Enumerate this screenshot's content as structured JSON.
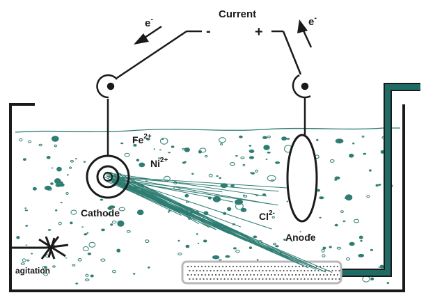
{
  "labels": {
    "current": "Current",
    "electron": "e",
    "minus_superscript": "-",
    "negative_terminal": "-",
    "positive_terminal": "+",
    "fe_ion": "Fe",
    "fe_charge": "2+",
    "ni_ion": "Ni",
    "ni_charge": "2+",
    "cl_ion": "Cl",
    "cl_charge": "2-",
    "cathode": "Cathode",
    "anode": "Anode",
    "agitation": "agitation"
  },
  "colors": {
    "ink": "#1a1a1a",
    "solution": "#2e7d73",
    "tank_pipe": "#1f6b66",
    "filter": "#b8b8b8"
  },
  "icons": {
    "cathode_hook": "hook-icon",
    "anode_hook": "hook-icon",
    "agitator": "propeller-icon"
  }
}
